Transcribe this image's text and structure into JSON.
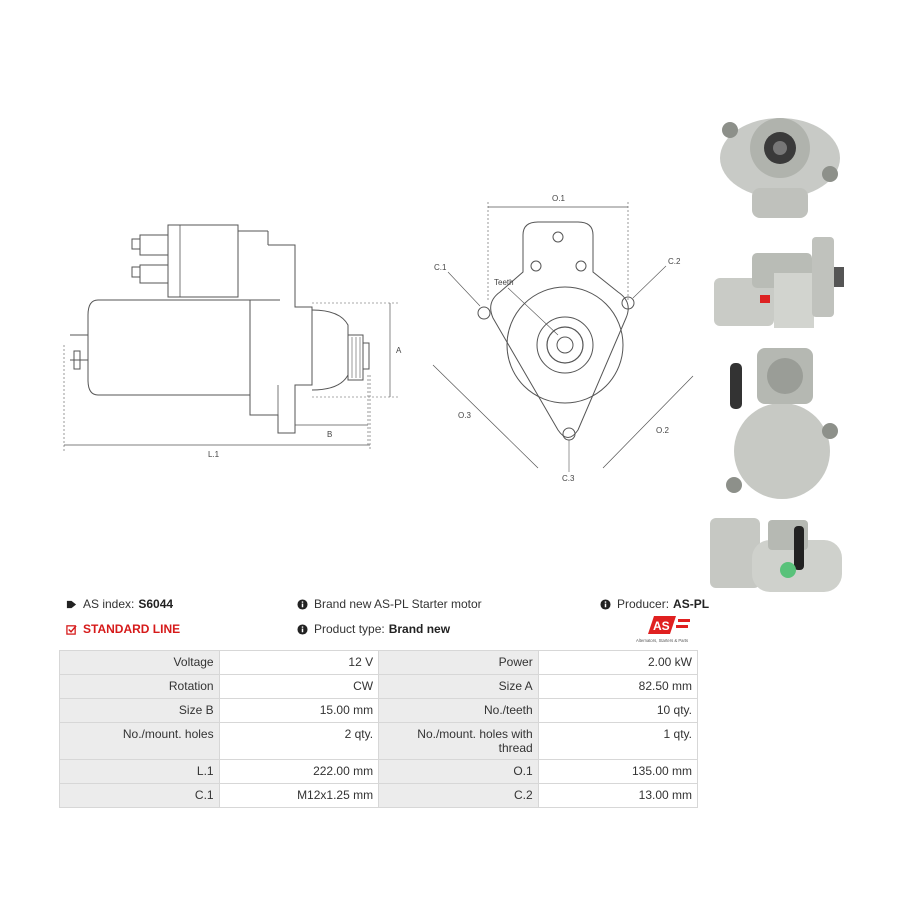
{
  "drawing": {
    "side_labels": {
      "a": "A",
      "b": "B",
      "l1": "L.1"
    },
    "front_labels": {
      "o1": "O.1",
      "o2": "O.2",
      "o3": "O.3",
      "c1": "C.1",
      "c2": "C.2",
      "c3": "C.3",
      "teeth": "Teeth"
    }
  },
  "info": {
    "as_index_label": "AS index:",
    "as_index_value": "S6044",
    "description": "Brand new AS-PL Starter motor",
    "producer_label": "Producer:",
    "producer_value": "AS-PL",
    "line_label": "STANDARD LINE",
    "product_type_label": "Product type:",
    "product_type_value": "Brand new",
    "logo_text": "AS",
    "logo_tagline": "Alternators, Starters & Parts"
  },
  "specs": [
    {
      "k1": "Voltage",
      "v1": "12 V",
      "k2": "Power",
      "v2": "2.00 kW"
    },
    {
      "k1": "Rotation",
      "v1": "CW",
      "k2": "Size A",
      "v2": "82.50 mm"
    },
    {
      "k1": "Size B",
      "v1": "15.00 mm",
      "k2": "No./teeth",
      "v2": "10 qty."
    },
    {
      "k1": "No./mount. holes",
      "v1": "2 qty.",
      "k2": "No./mount. holes with thread",
      "v2": "1 qty."
    },
    {
      "k1": "L.1",
      "v1": "222.00 mm",
      "k2": "O.1",
      "v2": "135.00 mm"
    },
    {
      "k1": "C.1",
      "v1": "M12x1.25 mm",
      "k2": "C.2",
      "v2": "13.00 mm"
    }
  ]
}
